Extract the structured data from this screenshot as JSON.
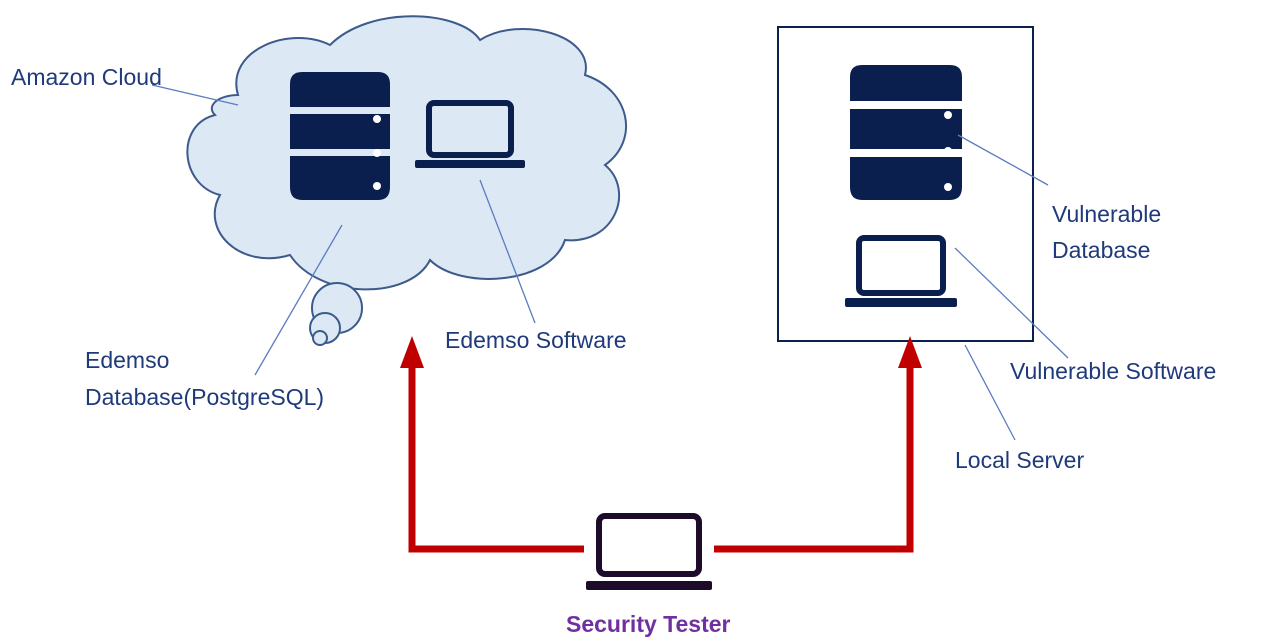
{
  "colors": {
    "text_primary": "#1f3a7a",
    "icon_primary": "#0b1f4e",
    "cloud_fill": "#dde8f5",
    "cloud_stroke": "#3c5a8c",
    "leader_line": "#5b7cc0",
    "arrow": "#c00000",
    "tester": "#7030a0"
  },
  "labels": {
    "amazon_cloud": "Amazon Cloud",
    "edemso_database_line1": "Edemso",
    "edemso_database_line2": "Database(PostgreSQL)",
    "edemso_software": "Edemso Software",
    "vulnerable_database_line1": "Vulnerable",
    "vulnerable_database_line2": "Database",
    "vulnerable_software": "Vulnerable Software",
    "local_server": "Local Server",
    "security_tester": "Security Tester"
  },
  "icons": {
    "cloud_database": "database-server-icon",
    "cloud_laptop": "laptop-icon",
    "server_database": "database-server-icon",
    "server_laptop": "laptop-icon",
    "tester_laptop": "laptop-icon"
  }
}
